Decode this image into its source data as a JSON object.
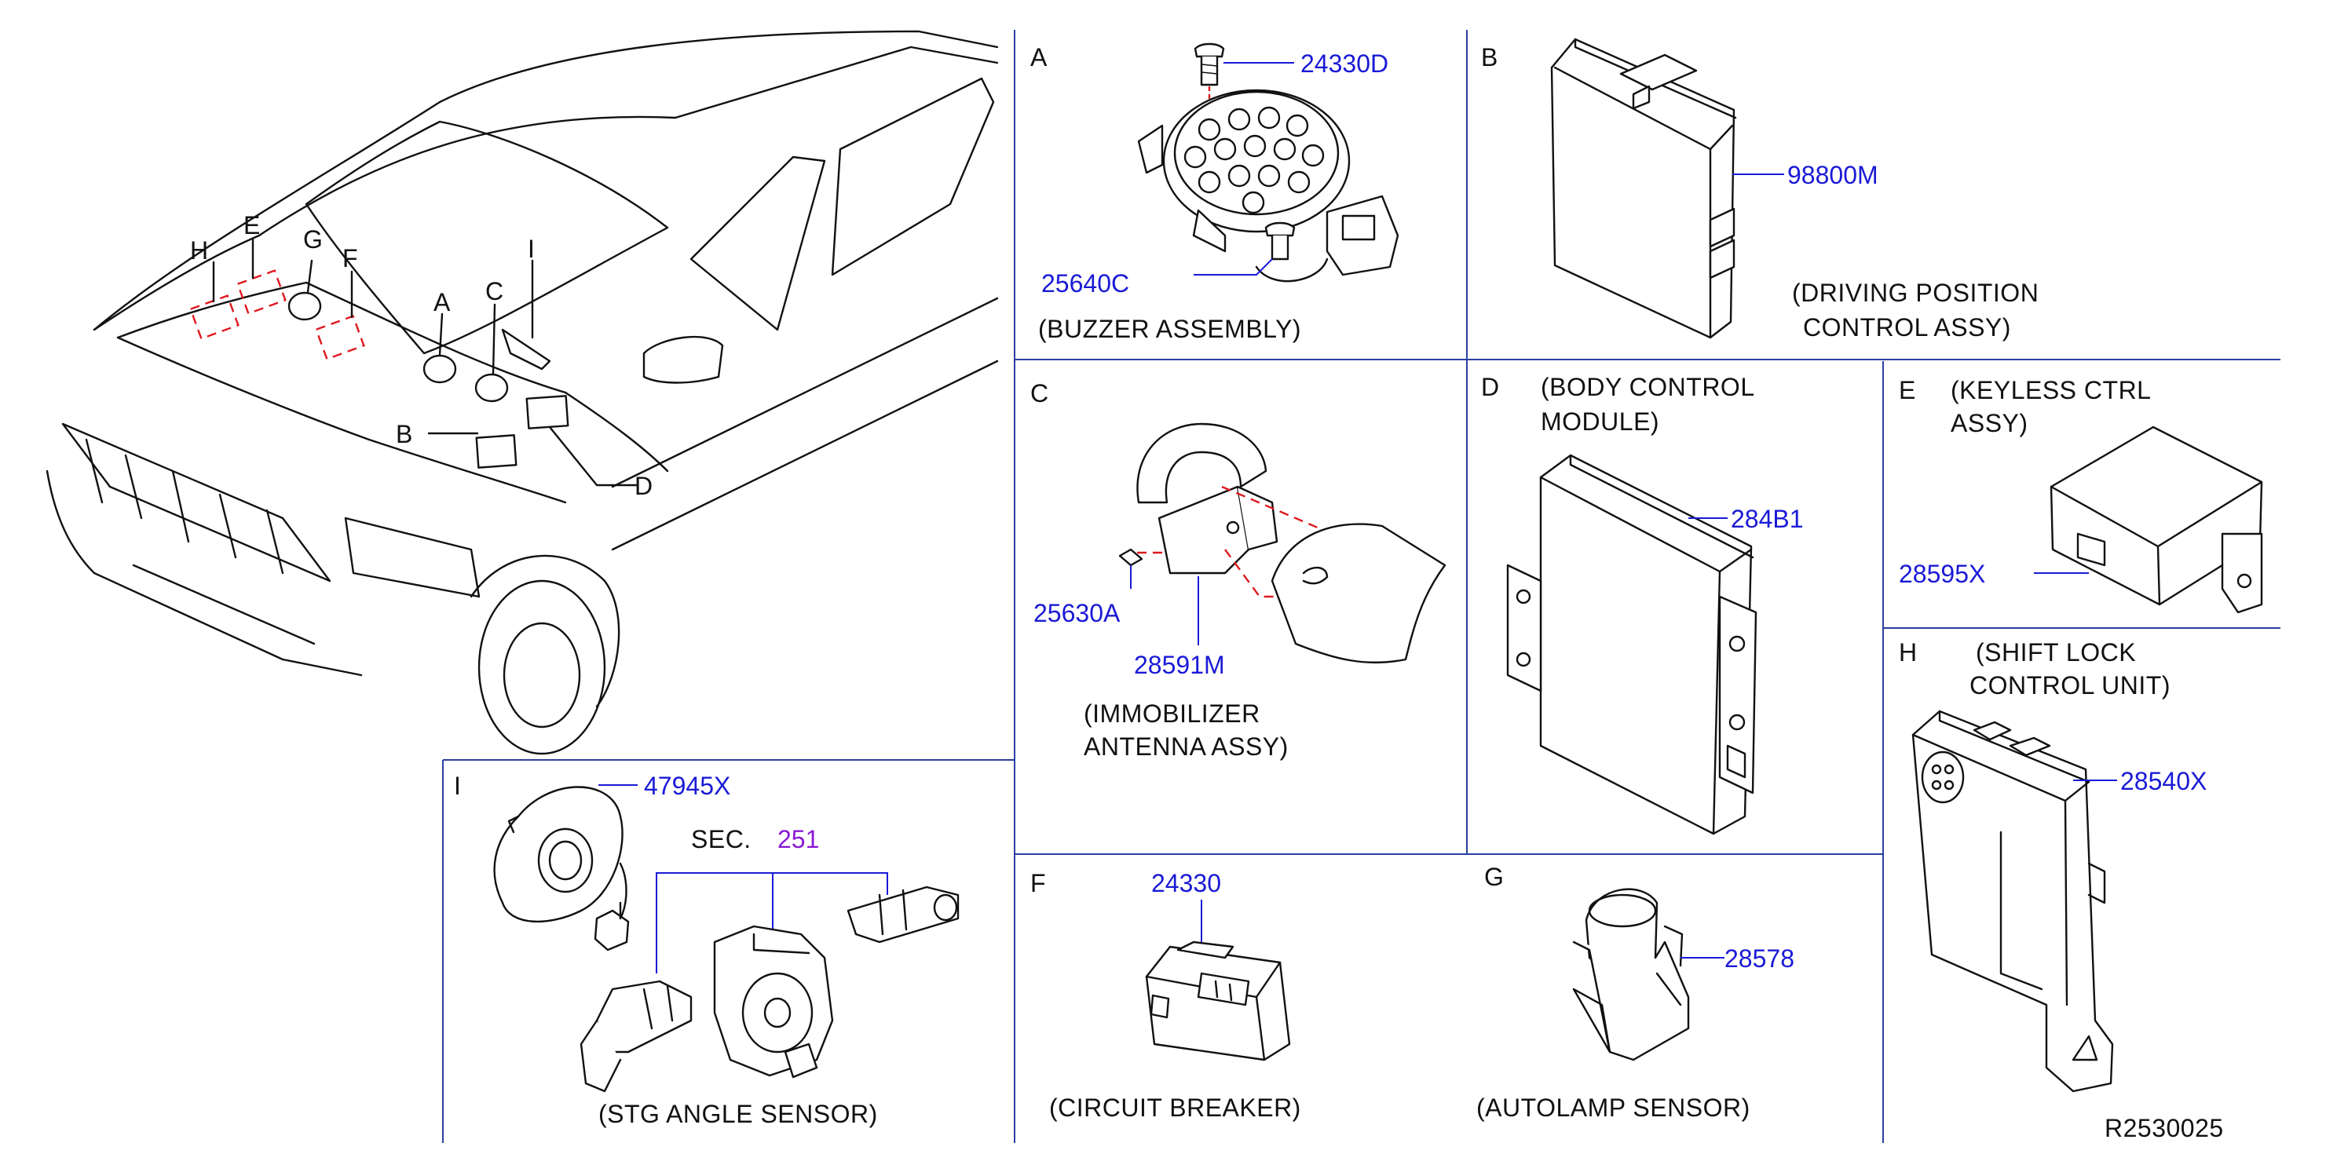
{
  "diagram_id": "R2530025",
  "overview": {
    "location_letters": [
      "H",
      "E",
      "G",
      "F",
      "A",
      "C",
      "I",
      "B",
      "D"
    ]
  },
  "panels": {
    "A": {
      "letter": "A",
      "title": "(BUZZER   ASSEMBLY)",
      "parts": [
        "24330D",
        "25640C"
      ]
    },
    "B": {
      "letter": "B",
      "title_line1": "(DRIVING   POSITION",
      "title_line2": "CONTROL   ASSY)",
      "parts": [
        "98800M"
      ]
    },
    "C": {
      "letter": "C",
      "title_line1": "(IMMOBILIZER",
      "title_line2": "ANTENNA   ASSY)",
      "parts": [
        "25630A",
        "28591M"
      ]
    },
    "D": {
      "letter": "D",
      "title_line1": "(BODY   CONTROL",
      "title_line2": "MODULE)",
      "parts": [
        "284B1"
      ]
    },
    "E": {
      "letter": "E",
      "title_line1": "(KEYLESS   CTRL",
      "title_line2": "ASSY)",
      "parts": [
        "28595X"
      ]
    },
    "F": {
      "letter": "F",
      "title": "(CIRCUIT   BREAKER)",
      "parts": [
        "24330"
      ]
    },
    "G": {
      "letter": "G",
      "title": "(AUTOLAMP   SENSOR)",
      "parts": [
        "28578"
      ]
    },
    "H": {
      "letter": "H",
      "title_line1": "(SHIFT   LOCK",
      "title_line2": "CONTROL   UNIT)",
      "parts": [
        "28540X"
      ]
    },
    "I": {
      "letter": "I",
      "title": "(STG   ANGLE   SENSOR)",
      "parts": [
        "47945X"
      ],
      "sec_prefix": "SEC.",
      "sec_number": "251"
    }
  },
  "colors": {
    "part_number": "#1a1ad6",
    "section_ref": "#8a1ad6",
    "location_marker": "#e0191e",
    "frame_line": "#2b3fa0",
    "ink": "#111111"
  }
}
